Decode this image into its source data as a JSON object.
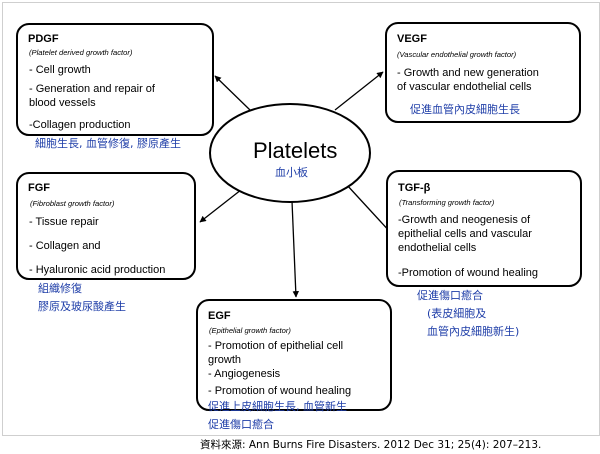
{
  "center": {
    "title": "Platelets",
    "subtitle_zh": "血小板"
  },
  "pdgf": {
    "title": "PDGF",
    "subtitle": "(Platelet derived growth factor)",
    "lines": [
      "- Cell growth",
      "- Generation and repair of",
      "blood vessels",
      "-Collagen production"
    ],
    "zh": [
      "細胞生長, 血管修復, 膠原產生"
    ]
  },
  "vegf": {
    "title": "VEGF",
    "subtitle": "(Vascular endothelial growth factor)",
    "lines": [
      "- Growth and new generation",
      "of vascular endothelial cells"
    ],
    "zh": [
      "促進血管內皮細胞生長"
    ]
  },
  "fgf": {
    "title": "FGF",
    "subtitle": "(Fibroblast growth factor)",
    "lines": [
      "- Tissue repair",
      "- Collagen and",
      "- Hyaluronic acid production"
    ],
    "zh": [
      "組織修復",
      "膠原及玻尿酸產生"
    ]
  },
  "tgf": {
    "title": "TGF-β",
    "subtitle": "(Transforming growth factor)",
    "lines": [
      "-Growth and neogenesis of",
      "epithelial cells and vascular",
      "endothelial cells",
      "-Promotion of wound healing"
    ],
    "zh": [
      "促進傷口癒合",
      "(表皮細胞及",
      "血管內皮細胞新生)"
    ]
  },
  "egf": {
    "title": "EGF",
    "subtitle": "(Epithelial growth factor)",
    "lines": [
      "- Promotion of epithelial cell",
      "growth",
      "-  Angiogenesis",
      "- Promotion of wound healing"
    ],
    "zh": [
      "促進上皮細胞生長, 血管新生",
      "促進傷口癒合"
    ]
  },
  "citation": "資料來源: Ann Burns Fire Disasters. 2012 Dec 31; 25(4): 207–213."
}
